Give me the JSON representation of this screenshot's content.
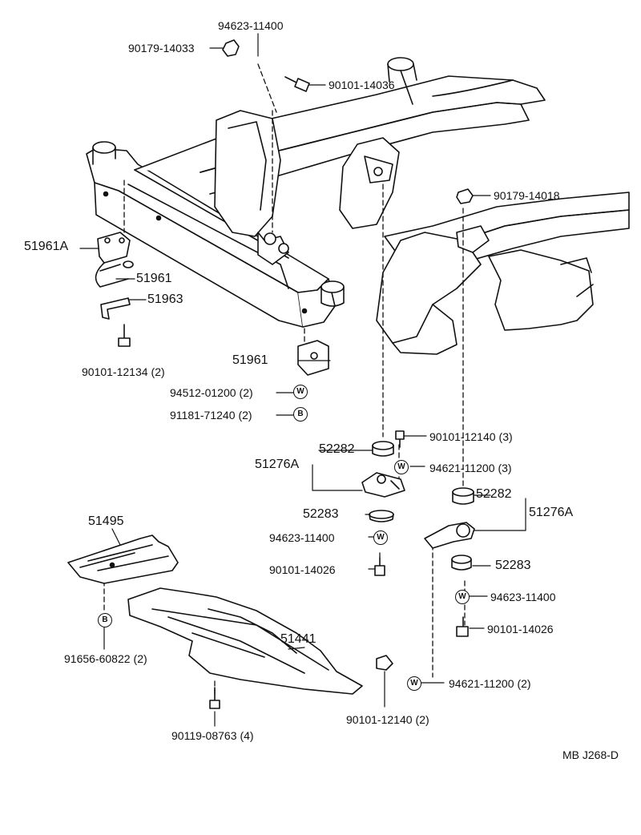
{
  "diagram_code": "MB J268-D",
  "parts": {
    "p94623_11400_top": {
      "number": "94623-11400",
      "qty": ""
    },
    "p90179_14033": {
      "number": "90179-14033",
      "qty": ""
    },
    "p90101_14036": {
      "number": "90101-14036",
      "qty": ""
    },
    "p90179_14018": {
      "number": "90179-14018",
      "qty": ""
    },
    "p51961A": {
      "number": "51961A",
      "qty": ""
    },
    "p51961_upper": {
      "number": "51961",
      "qty": ""
    },
    "p51963": {
      "number": "51963",
      "qty": ""
    },
    "p90101_12134": {
      "number": "90101-12134",
      "qty": "(2)"
    },
    "p51961_lower": {
      "number": "51961",
      "qty": ""
    },
    "p94512_01200": {
      "number": "94512-01200",
      "qty": "(2)"
    },
    "p91181_71240": {
      "number": "91181-71240",
      "qty": "(2)"
    },
    "p52282_left": {
      "number": "52282",
      "qty": ""
    },
    "p90101_12140_3": {
      "number": "90101-12140",
      "qty": "(3)"
    },
    "p51276A_left": {
      "number": "51276A",
      "qty": ""
    },
    "p94621_11200_3": {
      "number": "94621-11200",
      "qty": "(3)"
    },
    "p52282_right": {
      "number": "52282",
      "qty": ""
    },
    "p51276A_right": {
      "number": "51276A",
      "qty": ""
    },
    "p52283_left": {
      "number": "52283",
      "qty": ""
    },
    "p94623_11400_mid": {
      "number": "94623-11400",
      "qty": ""
    },
    "p90101_14026_left": {
      "number": "90101-14026",
      "qty": ""
    },
    "p52283_right": {
      "number": "52283",
      "qty": ""
    },
    "p94623_11400_right": {
      "number": "94623-11400",
      "qty": ""
    },
    "p90101_14026_right": {
      "number": "90101-14026",
      "qty": ""
    },
    "p51495": {
      "number": "51495",
      "qty": ""
    },
    "p91656_60822": {
      "number": "91656-60822",
      "qty": "(2)"
    },
    "p51441": {
      "number": "51441",
      "qty": ""
    },
    "p94621_11200_2": {
      "number": "94621-11200",
      "qty": "(2)"
    },
    "p90101_12140_2": {
      "number": "90101-12140",
      "qty": "(2)"
    },
    "p90119_08763": {
      "number": "90119-08763",
      "qty": "(4)"
    }
  },
  "symbols": {
    "washer": "W",
    "bolt": "B"
  },
  "colors": {
    "line": "#111111",
    "background": "#ffffff"
  }
}
